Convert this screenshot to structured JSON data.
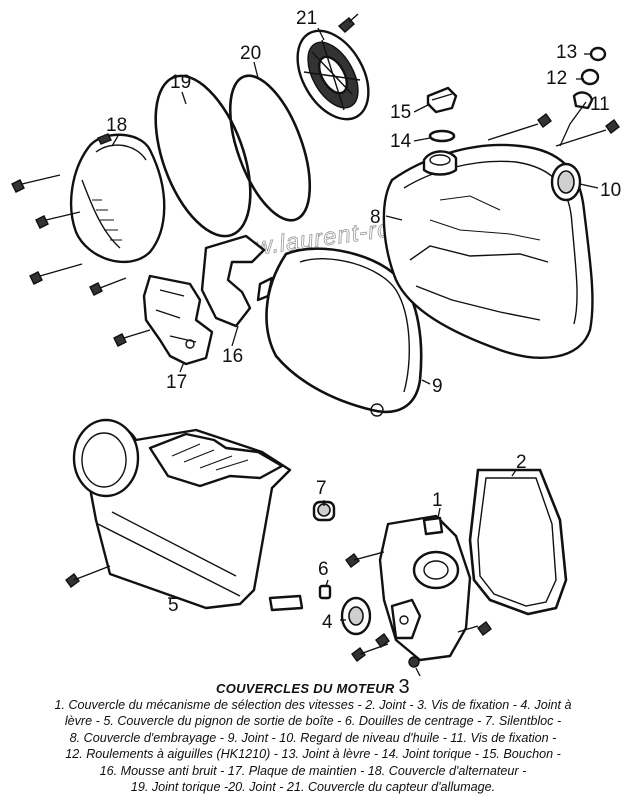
{
  "watermark": "www.laurent-roy.com",
  "callouts": {
    "c1": "1",
    "c2": "2",
    "c3": "3",
    "c4": "4",
    "c5": "5",
    "c6": "6",
    "c7": "7",
    "c8": "8",
    "c9": "9",
    "c10": "10",
    "c11": "11",
    "c12": "12",
    "c13": "13",
    "c14": "14",
    "c15": "15",
    "c16": "16",
    "c17": "17",
    "c18": "18",
    "c19": "19",
    "c20": "20",
    "c21": "21"
  },
  "caption": {
    "title": "COUVERCLES DU MOTEUR",
    "legend_lines": [
      "1. Couvercle du mécanisme de sélection des vitesses - 2. Joint - 3. Vis de fixation - 4. Joint à",
      "lèvre - 5. Couvercle du pignon de sortie de boîte - 6. Douilles de centrage - 7. Silentbloc -",
      "8. Couvercle d'embrayage - 9. Joint - 10. Regard de niveau d'huile - 11. Vis de fixation -",
      "12. Roulements à aiguilles (HK1210) - 13. Joint à lèvre - 14. Joint torique - 15. Bouchon -",
      "16. Mousse anti bruit - 17. Plaque de maintien - 18. Couvercle d'alternateur -",
      "19. Joint torique -20. Joint - 21. Couvercle du capteur d'allumage."
    ]
  }
}
